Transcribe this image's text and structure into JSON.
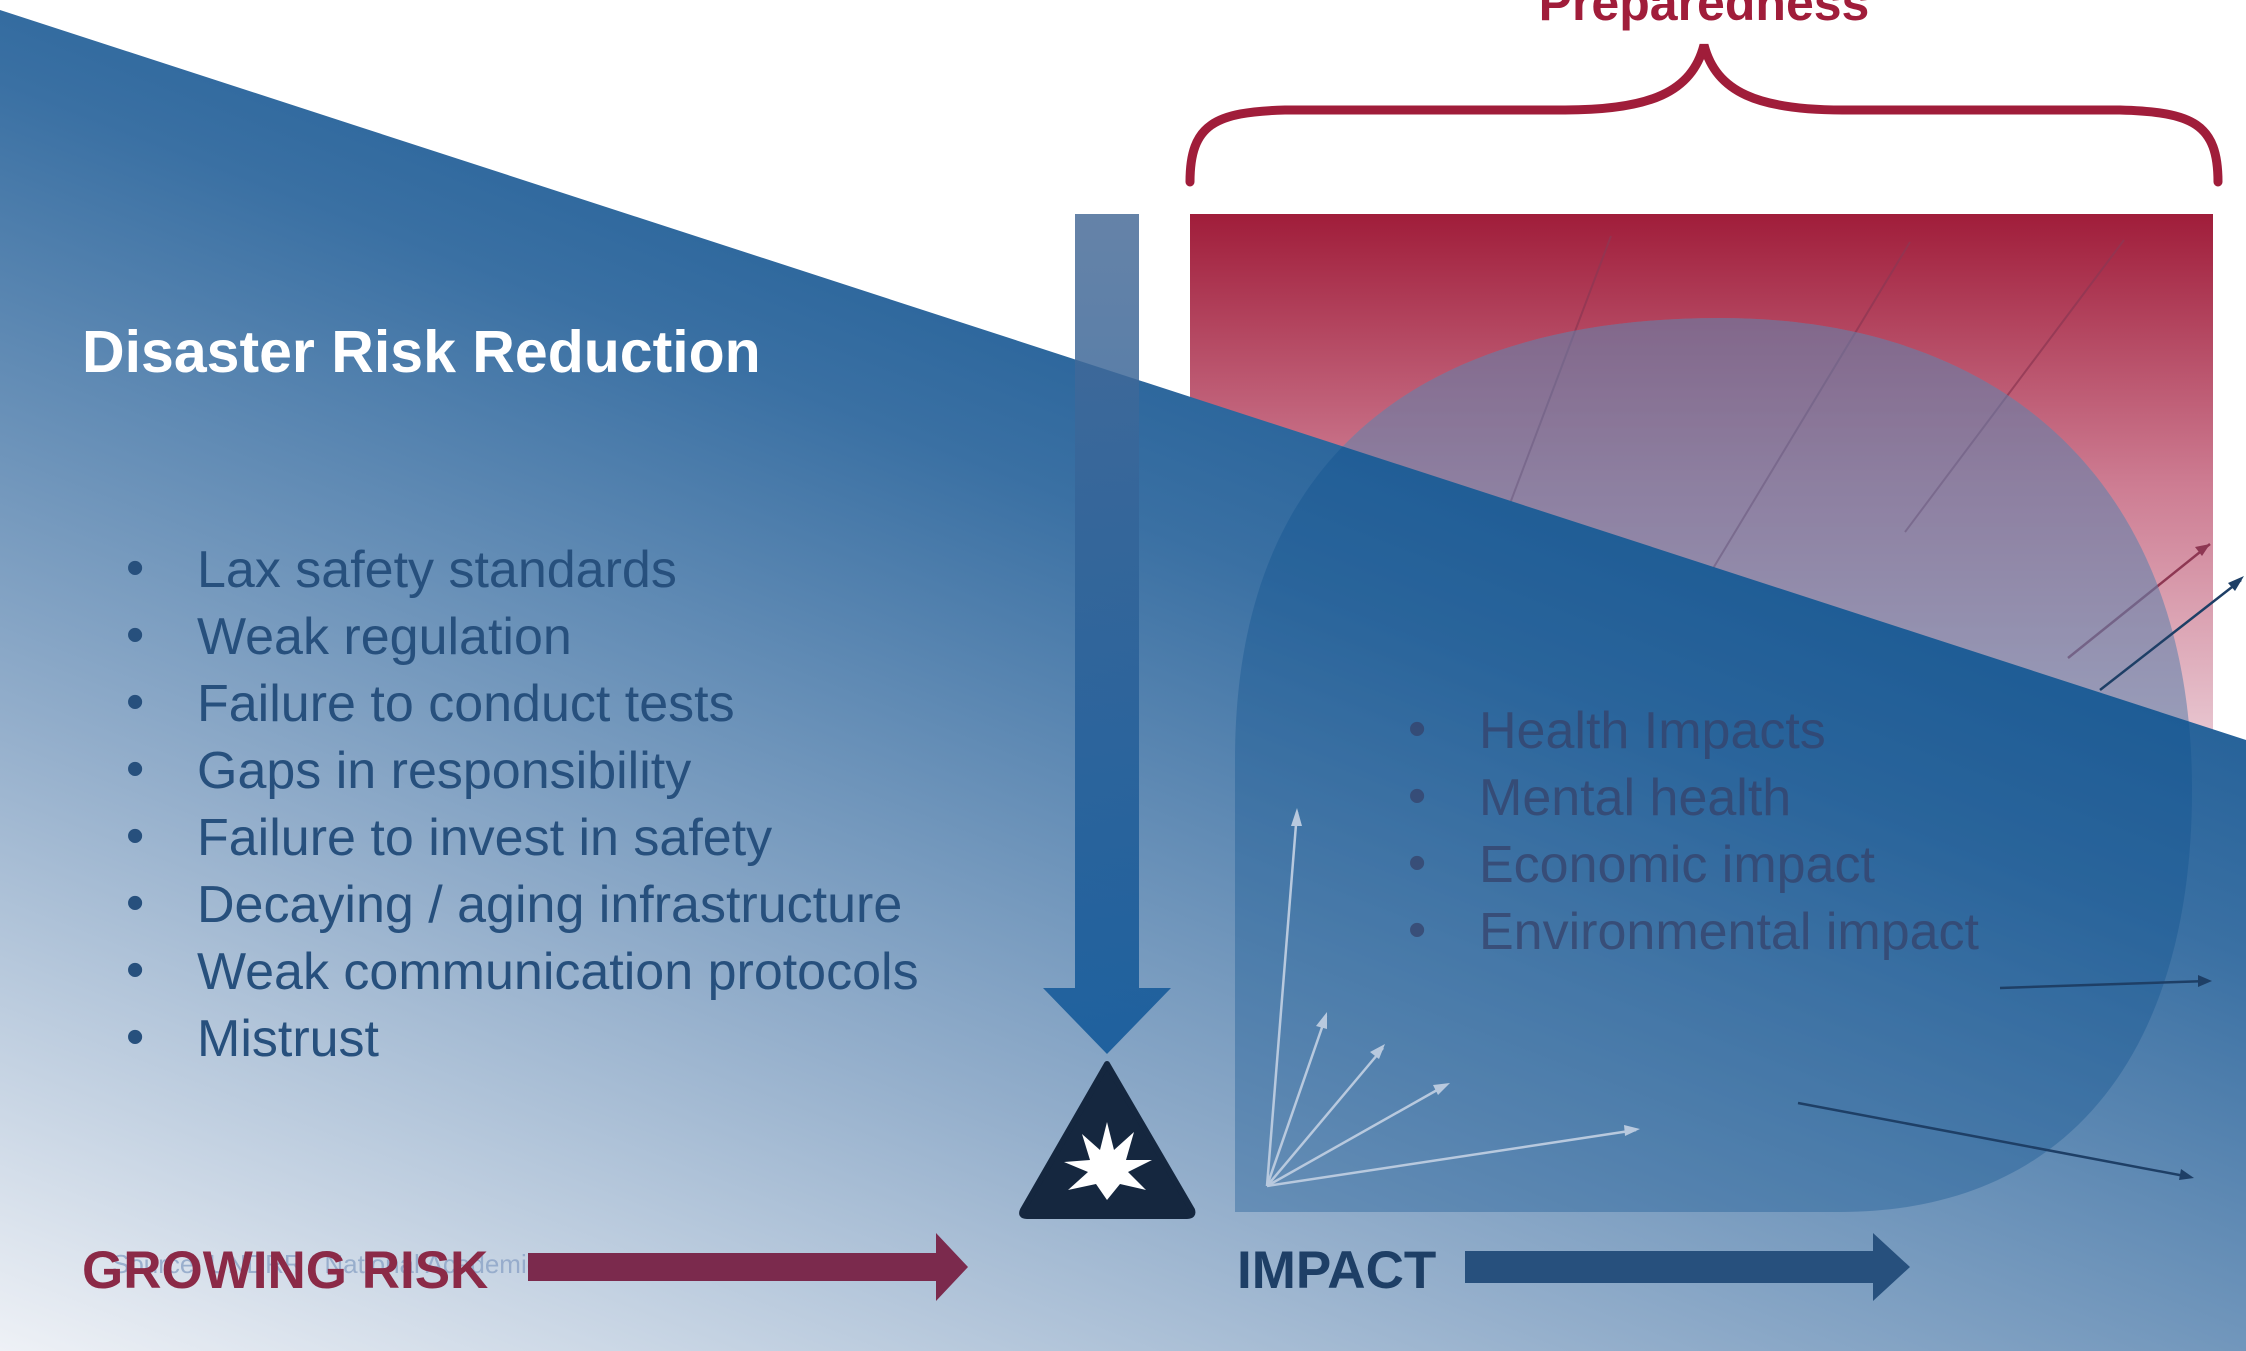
{
  "preparedness": {
    "title": "Preparedness"
  },
  "drr": {
    "title": "Disaster Risk Reduction",
    "bullets": [
      "Lax safety standards",
      "Weak regulation",
      "Failure to conduct tests",
      "Gaps in responsibility",
      "Failure to invest in safety",
      "Decaying / aging infrastructure",
      "Weak communication protocols",
      "Mistrust"
    ]
  },
  "impacts": {
    "bullets": [
      "Health Impacts",
      "Mental health",
      "Economic impact",
      "Environmental impact"
    ]
  },
  "footer": {
    "growing_risk": "GROWING RISK",
    "impact": "IMPACT",
    "watermark": "Source: UNDRR / National Academies, used for"
  },
  "colors": {
    "blue_dark": "#0b4f8c",
    "navy": "#1e3f66",
    "crimson": "#a01d3a",
    "maroon": "#7b2a4d",
    "hazard": "#15273f"
  },
  "icons": {
    "hazard": "explosion-warning-icon",
    "bullet": "bullet-dot"
  }
}
